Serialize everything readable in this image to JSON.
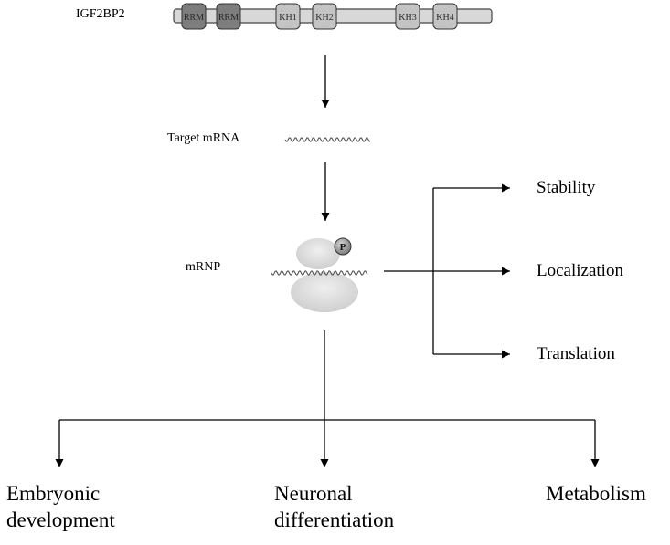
{
  "protein": {
    "name": "IGF2BP2",
    "domains": [
      {
        "label": "RRM",
        "type": "rrm"
      },
      {
        "label": "RRM",
        "type": "rrm"
      },
      {
        "label": "KH1",
        "type": "kh"
      },
      {
        "label": "KH2",
        "type": "kh"
      },
      {
        "label": "KH3",
        "type": "kh"
      },
      {
        "label": "KH4",
        "type": "kh"
      }
    ]
  },
  "target_label": "Target mRNA",
  "mrnp": {
    "label": "mRNP",
    "phospho_label": "P"
  },
  "molecular_outcomes": [
    {
      "label": "Stability"
    },
    {
      "label": "Localization"
    },
    {
      "label": "Translation"
    }
  ],
  "biological_outcomes": [
    {
      "line1": "Embryonic",
      "line2": "development"
    },
    {
      "line1": "Neuronal",
      "line2": "differentiation"
    },
    {
      "line1": "Metabolism",
      "line2": ""
    }
  ],
  "colors": {
    "rrm_fill": "#7d7d7d",
    "kh_fill": "#c4c4c4",
    "backbone_fill": "#d8d8d8",
    "wave": "#555555",
    "blob": "#d2d2d2",
    "arrow": "#000000"
  }
}
